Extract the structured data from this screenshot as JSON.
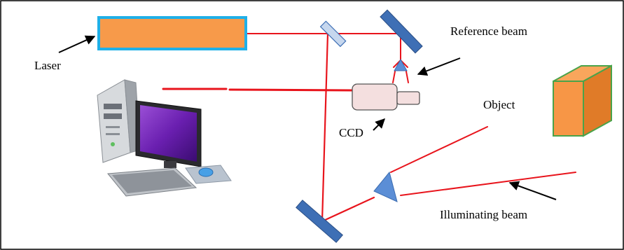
{
  "labels": {
    "laser": "Laser",
    "reference_beam": "Reference beam",
    "object": "Object",
    "ccd": "CCD",
    "illuminating_beam": "Illuminating beam"
  },
  "colors": {
    "beam": "#e8141c",
    "laser_fill": "#f79a4a",
    "laser_border": "#1fb0e8",
    "mirror_dark": "#3e6fb5",
    "mirror_light": "#c6d7ee",
    "lens": "#5b8ed6",
    "ccd_fill": "#f4dfdf",
    "cube_front": "#f79646",
    "cube_top": "#f9a65c",
    "cube_side": "#e07b28",
    "cube_edge": "#4aa34a",
    "arrow": "#000000"
  },
  "icons": [
    "laser-icon",
    "beam-splitter-icon",
    "mirror-icon",
    "lens-icon",
    "ccd-camera-icon",
    "computer-icon",
    "object-cube-icon",
    "arrow-icon"
  ]
}
